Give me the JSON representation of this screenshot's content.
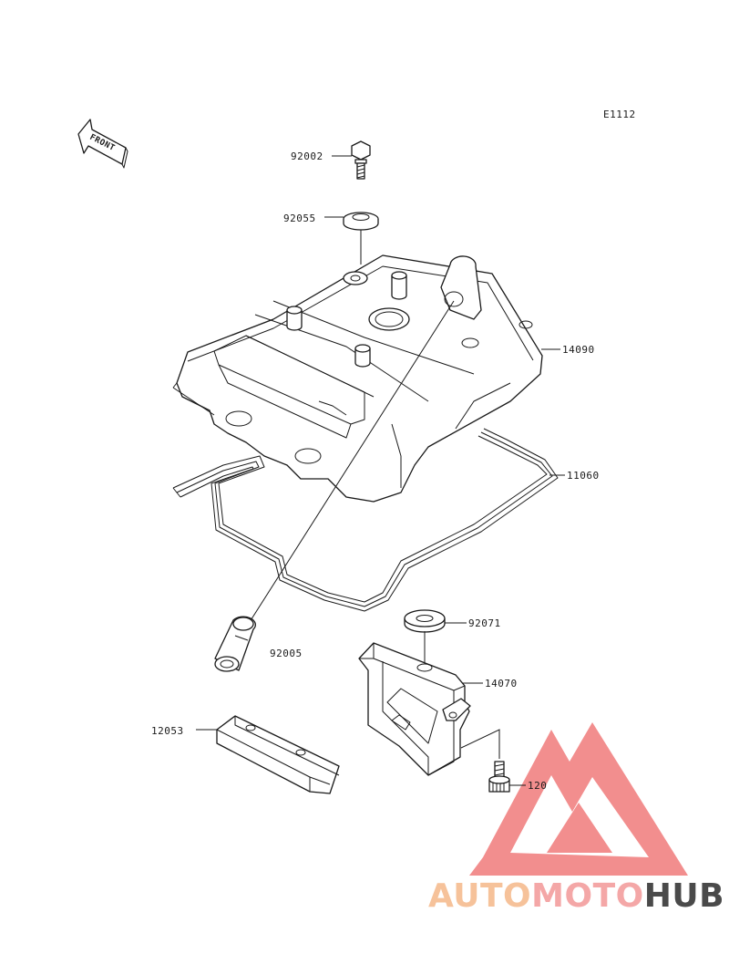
{
  "diagram_code": "E1112",
  "front_arrow": {
    "label": "FRONT"
  },
  "parts": [
    {
      "id": "bolt",
      "number": "92002"
    },
    {
      "id": "seal-washer",
      "number": "92055"
    },
    {
      "id": "cylinder-head-cover",
      "number": "14090"
    },
    {
      "id": "cover-gasket",
      "number": "11060"
    },
    {
      "id": "plug-cap-tube",
      "number": "92005"
    },
    {
      "id": "rubber-pad",
      "number": "12053"
    },
    {
      "id": "grommet",
      "number": "92071"
    },
    {
      "id": "cover-bracket",
      "number": "14070"
    },
    {
      "id": "screw",
      "number": "120"
    }
  ],
  "watermark": {
    "part1": "AUTO",
    "part2": "MOTO",
    "part3": "HUB",
    "colors": {
      "auto": "#f6c29a",
      "moto": "#f4a7a7",
      "hub": "#4a4a4a",
      "logo": "#f07b7b"
    }
  }
}
